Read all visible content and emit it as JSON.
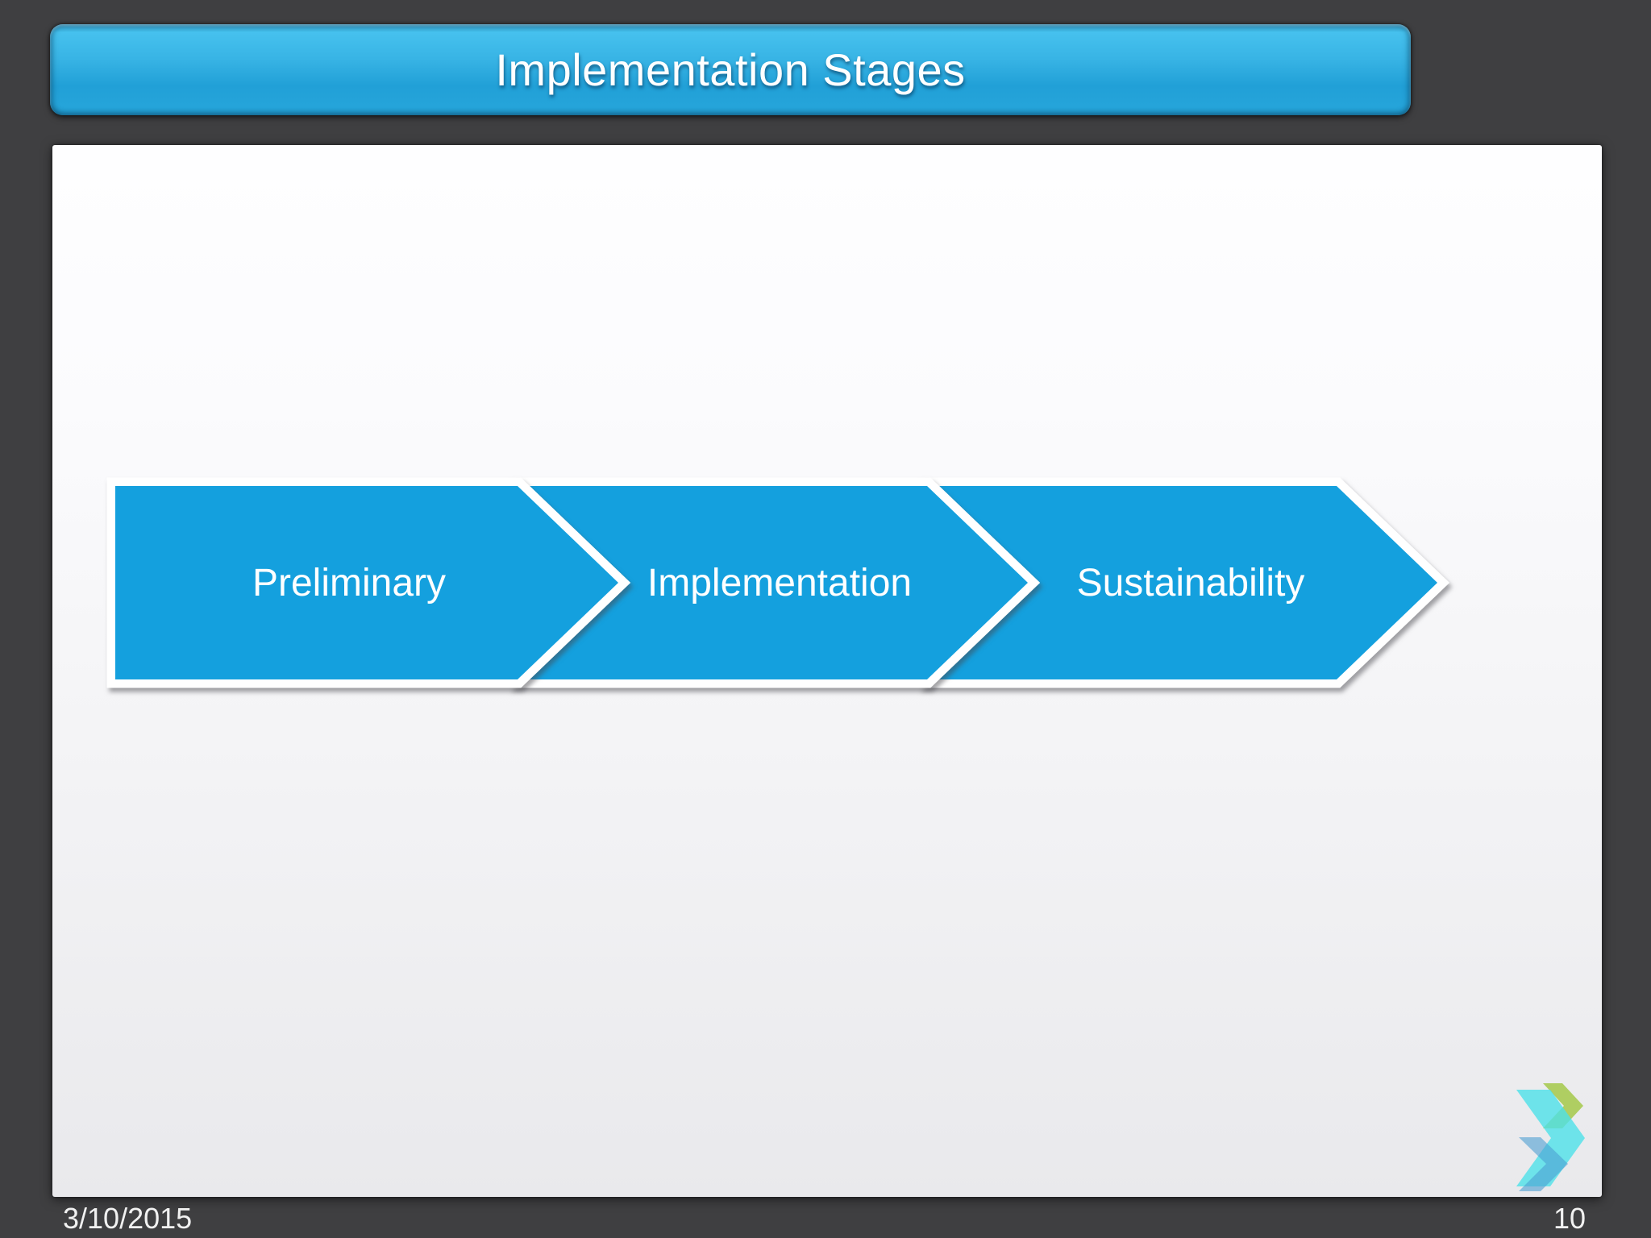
{
  "slide": {
    "title": "Implementation Stages",
    "stages": [
      {
        "label": "Preliminary"
      },
      {
        "label": "Implementation"
      },
      {
        "label": "Sustainability"
      }
    ],
    "diagram": {
      "type": "process-chevron",
      "direction": "left-to-right",
      "arrow_color": "#14a0de",
      "arrow_border_color": "#ffffff"
    },
    "title_bar_colors": {
      "top": "#46c1ee",
      "bottom": "#27a6db",
      "text": "#ffffff"
    },
    "logo": {
      "name": "triple-chevron-logo",
      "colors": {
        "green": "#a6c94f",
        "cyan": "#4ee1e9",
        "blue": "#4d9fd2"
      }
    }
  },
  "footer": {
    "date": "3/10/2015",
    "slide_number": "10"
  },
  "window": {
    "background_color": "#3f3f41"
  }
}
